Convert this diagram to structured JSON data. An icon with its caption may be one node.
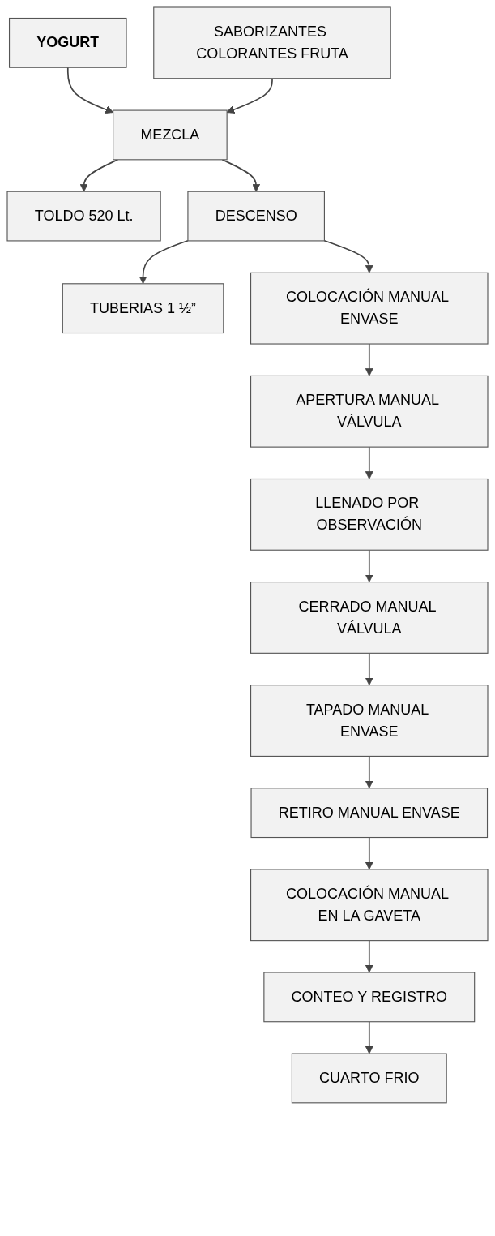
{
  "diagram": {
    "nodes": [
      {
        "text": [
          "YOGURT"
        ]
      },
      {
        "text": [
          "SABORIZANTES COLORANTES FRUTA"
        ]
      },
      {
        "text": [
          "MEZCLA"
        ]
      },
      {
        "text": [
          "TOLDO 520 Lt."
        ]
      },
      {
        "text": [
          "DESCENSO"
        ]
      },
      {
        "text": [
          "TUBERIAS 1 ½”"
        ]
      },
      {
        "text": [
          "COLOCACIÓN MANUAL ENVASE"
        ]
      },
      {
        "text": [
          "APERTURA MANUAL VÁLVULA"
        ]
      },
      {
        "text": [
          "LLENADO POR OBSERVACIÓN"
        ]
      },
      {
        "text": [
          "CERRADO MANUAL VÁLVULA"
        ]
      },
      {
        "text": [
          "TAPADO MANUAL ENVASE"
        ]
      },
      {
        "text": [
          "RETIRO MANUAL ENVASE"
        ]
      },
      {
        "text": [
          "COLOCACIÓN MANUAL EN LA GAVETA"
        ]
      },
      {
        "text": [
          "CONTEO Y REGISTRO"
        ]
      },
      {
        "text": [
          "CUARTO FRIO"
        ]
      }
    ],
    "edges": [
      {
        "from": 0,
        "to": 2,
        "arrow": "to"
      },
      {
        "from": 1,
        "to": 2,
        "arrow": "to"
      },
      {
        "from": 2,
        "to": 3,
        "arrow": "to"
      },
      {
        "from": 2,
        "to": 4,
        "arrow": "to"
      },
      {
        "from": 4,
        "to": 5,
        "arrow": "to"
      },
      {
        "from": 4,
        "to": 6,
        "arrow": "to"
      },
      {
        "from": 6,
        "to": 7,
        "arrow": "to"
      },
      {
        "from": 7,
        "to": 8,
        "arrow": "to"
      },
      {
        "from": 8,
        "to": 9,
        "arrow": "to"
      },
      {
        "from": 9,
        "to": 10,
        "arrow": "to"
      },
      {
        "from": 10,
        "to": 11,
        "arrow": "to"
      },
      {
        "from": 11,
        "to": 12,
        "arrow": "to"
      },
      {
        "from": 12,
        "to": 13,
        "arrow": "to"
      },
      {
        "from": 13,
        "to": 14,
        "arrow": "to"
      }
    ]
  }
}
